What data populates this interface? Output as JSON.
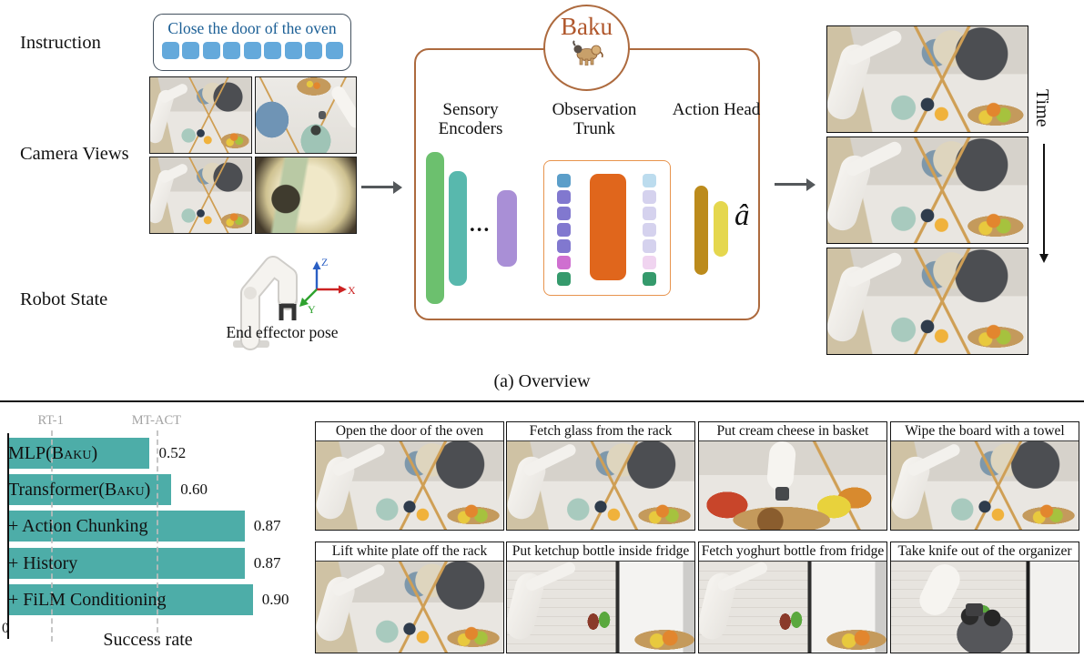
{
  "figure": {
    "subfigure_caption": "(a) Overview"
  },
  "overview": {
    "row_labels": {
      "instruction": "Instruction",
      "camera_views": "Camera Views",
      "robot_state": "Robot State"
    },
    "instruction": {
      "text": "Close the door of the oven",
      "num_tokens": 9
    },
    "camera_views": {
      "items": [
        {
          "scene": "side-view-robot-kitchen"
        },
        {
          "scene": "top-down-view-kitchen"
        },
        {
          "scene": "side-view-robot-kitchen-2"
        },
        {
          "scene": "gripper-oven-closeup"
        }
      ]
    },
    "robot_state": {
      "caption": "End effector pose",
      "axes": {
        "x": "X",
        "y": "Y",
        "z": "Z"
      }
    },
    "model": {
      "name": "Baku",
      "mascot": "baku-creature-icon",
      "columns": [
        {
          "label": "Sensory Encoders"
        },
        {
          "label": "Observation Trunk"
        },
        {
          "label": "Action Head"
        }
      ],
      "ellipsis": "...",
      "action_output_symbol": "â"
    },
    "rollout": {
      "time_label": "Time",
      "num_frames": 3,
      "scene": "side-view-robot-kitchen"
    }
  },
  "chart_data": {
    "type": "bar",
    "orientation": "horizontal",
    "categories": [
      "MLP(Baku)",
      "Transformer(Baku)",
      "+ Action Chunking",
      "+ History",
      "+ FiLM Conditioning"
    ],
    "values": [
      0.52,
      0.6,
      0.87,
      0.87,
      0.9
    ],
    "value_labels": [
      "0.52",
      "0.60",
      "0.87",
      "0.87",
      "0.90"
    ],
    "xlabel": "Success rate",
    "xlim": [
      0,
      1.0
    ],
    "origin_tick_label": "0",
    "grid": false,
    "bar_color": "#4dada8",
    "small_caps_word": "Baku",
    "reference_lines": [
      {
        "label": "RT-1",
        "value": 0.16
      },
      {
        "label": "MT-ACT",
        "value": 0.55
      }
    ]
  },
  "tasks": {
    "items": [
      {
        "caption": "Open the door of the oven",
        "scene": "robot-at-oven"
      },
      {
        "caption": "Fetch glass from the rack",
        "scene": "robot-at-rack"
      },
      {
        "caption": "Put cream cheese in basket",
        "scene": "robot-over-basket"
      },
      {
        "caption": "Wipe the board with a towel",
        "scene": "robot-wiping-board"
      },
      {
        "caption": "Lift white plate off the rack",
        "scene": "robot-lifting-plate"
      },
      {
        "caption": "Put ketchup bottle inside fridge",
        "scene": "robot-at-fridge"
      },
      {
        "caption": "Fetch yoghurt bottle from fridge",
        "scene": "robot-at-open-fridge"
      },
      {
        "caption": "Take knife out of the organizer",
        "scene": "robot-at-knife-organizer"
      }
    ]
  },
  "colors": {
    "accent_border": "#ad6a3e",
    "baku_text": "#b0572c",
    "instruction_text": "#1a5e95",
    "instruction_token": "#64a9db",
    "encoder_green": "#6cc06e",
    "encoder_teal": "#58b8ad",
    "encoder_purple": "#a98fd6",
    "trunk_orange": "#e0661c",
    "trunk_inner_border": "#e8944e",
    "action_gold": "#bc8b1c",
    "action_yellow": "#e5d74e",
    "trunk_tokens_left": [
      "#5b9ec9",
      "#8178cf",
      "#8178cf",
      "#8178cf",
      "#8178cf",
      "#cf6fd0",
      "#359a6c"
    ],
    "trunk_tokens_right": [
      "#bcdcee",
      "#d5d2ee",
      "#d5d2ee",
      "#d5d2ee",
      "#d5d2ee",
      "#f0d4f0",
      "#359a6c"
    ],
    "chart_bar": "#4dada8",
    "reference_line_gray": "#bdbdbd",
    "axis_x_red": "#cc2222",
    "axis_y_green": "#2ea22e",
    "axis_z_blue": "#2a5fc4"
  }
}
